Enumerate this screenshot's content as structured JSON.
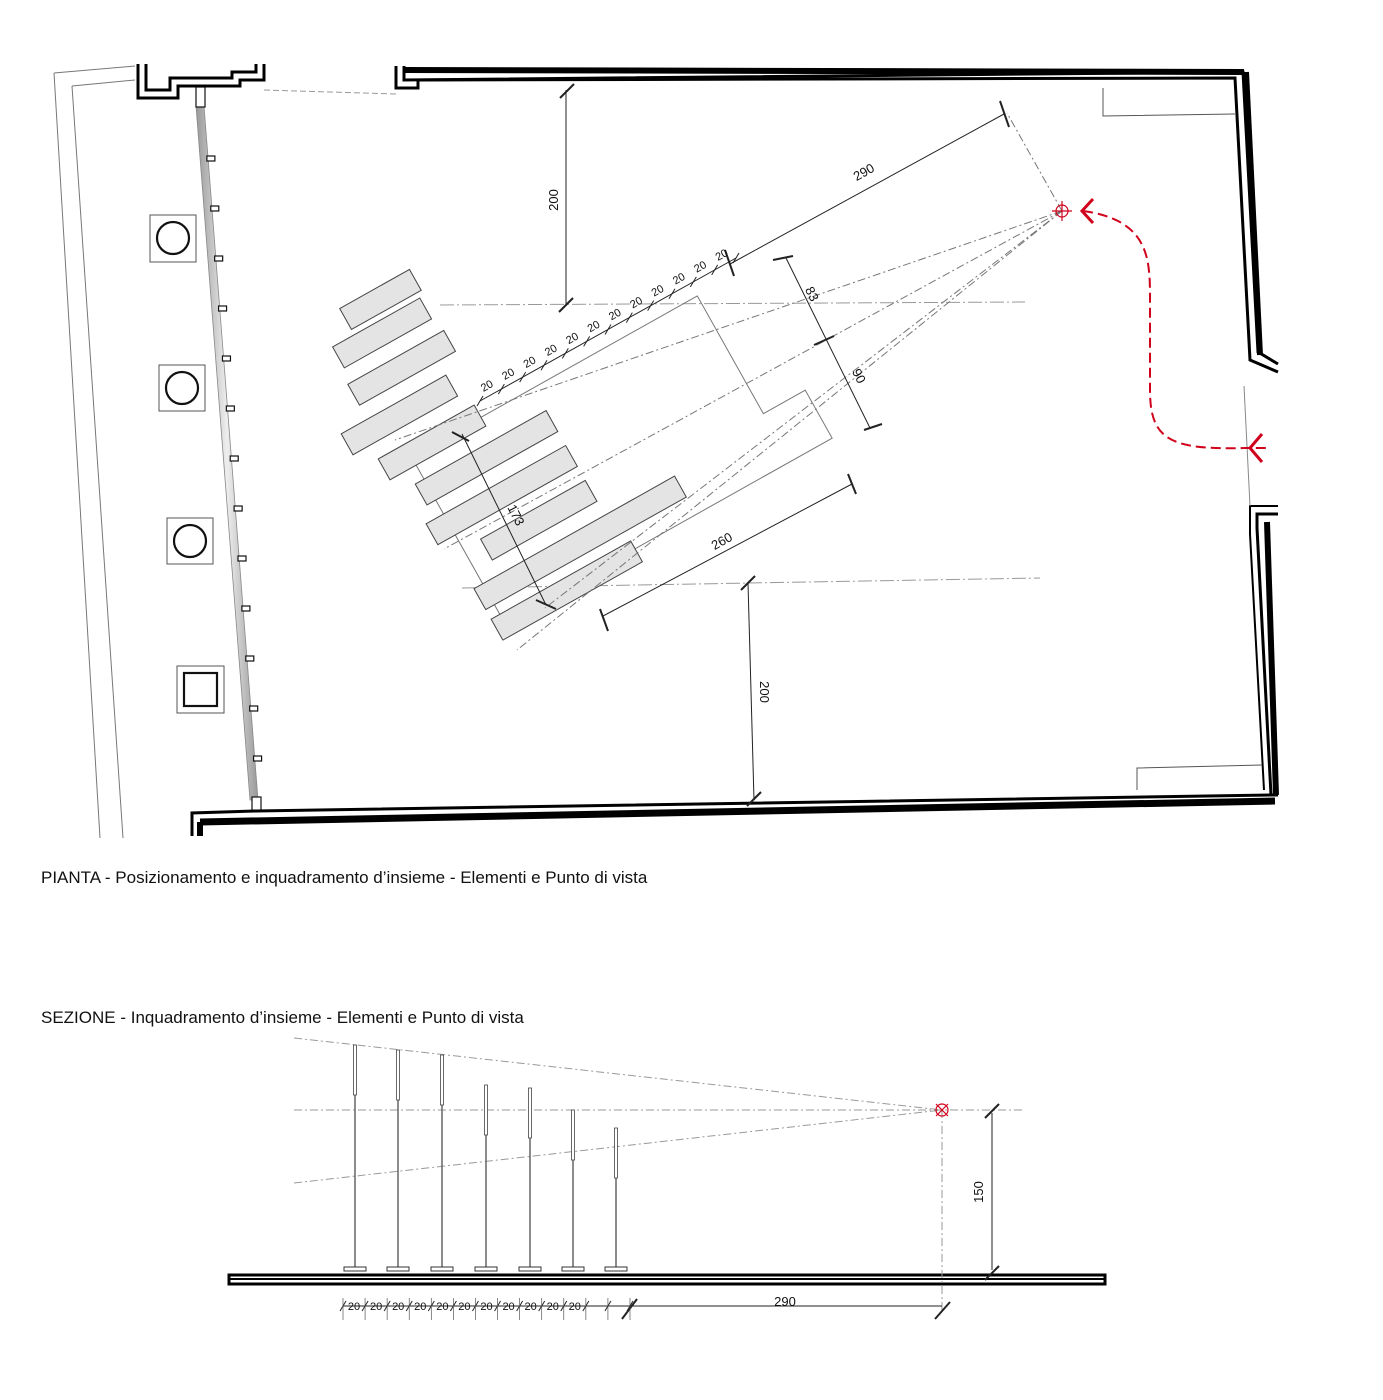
{
  "plan": {
    "caption": "PIANTA - Posizionamento e inquadramento d’insieme - Elementi e Punto di vista",
    "dim_front_spacing": "200",
    "dim_back_spacing": "200",
    "dim_view_distance": "290",
    "dim_depth_a": "83",
    "dim_depth_b": "90",
    "dim_width": "173",
    "dim_length": "260",
    "module_spacing": "20",
    "module_count": 12,
    "accent_color": "#d0021b"
  },
  "section": {
    "caption": "SEZIONE - Inquadramento d’insieme - Elementi e Punto di vista",
    "dim_eye_height": "150",
    "dim_view_distance": "290",
    "module_spacing": "20",
    "module_count": 13,
    "accent_color": "#d0021b"
  }
}
